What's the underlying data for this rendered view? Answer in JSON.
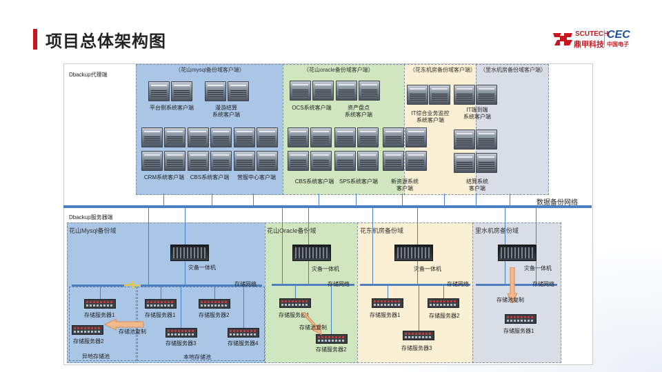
{
  "page": {
    "title": "项目总体架构图",
    "logo_scutech": "SCUTECH",
    "logo_scutech_cn": "鼎甲科技",
    "logo_cec": "CEC",
    "logo_cec_cn": "中国电子"
  },
  "diagram": {
    "agent_section_label": "Dbackup代理端",
    "server_section_label": "Dbackup服务器端",
    "backup_network_label": "数据备份网络",
    "client_regions": [
      {
        "label": "（花山mysql备份域客户端）"
      },
      {
        "label": "（花山oracle备份域客户端）"
      },
      {
        "label": "（花东机房备份域客户端）"
      },
      {
        "label": "（里水机房备份域客户端）"
      }
    ],
    "clients": {
      "pingtai": "平台侧系统客户端",
      "manyou": "漫游结算\n系统客户端",
      "crm": "CRM系统客户端",
      "cbs_mysql": "CBS系统客户端",
      "yingfu": "营服中心客户端",
      "ocs": "OCS系统客户端",
      "zichan": "资产盘点\n系统客户端",
      "cbs_oracle": "CBS系统客户端",
      "sps": "SPS系统客户端",
      "xinziyuan": "新资源系统\n客户端",
      "it_zonghe": "IT综合业务监控\n系统客户端",
      "it_duance": "IT端到端\n系统客户端",
      "jiesuan": "结算系统\n客户端"
    },
    "server_regions": [
      {
        "label": "花山Mysql备份域"
      },
      {
        "label": "花山Oracle备份域"
      },
      {
        "label": "花东机房备份域"
      },
      {
        "label": "里水机房备份域"
      }
    ],
    "appliance_label": "灾备一体机",
    "storage_network_label": "存储网络",
    "storage_server_1": "存储服务器1",
    "storage_server_2": "存储服务器2",
    "storage_server_3": "存储服务器3",
    "storage_server_4": "存储服务器4",
    "pool_copy_label": "存储池复制",
    "remote_pool_label": "异地存储池",
    "local_pool_label": "本地存储池"
  }
}
